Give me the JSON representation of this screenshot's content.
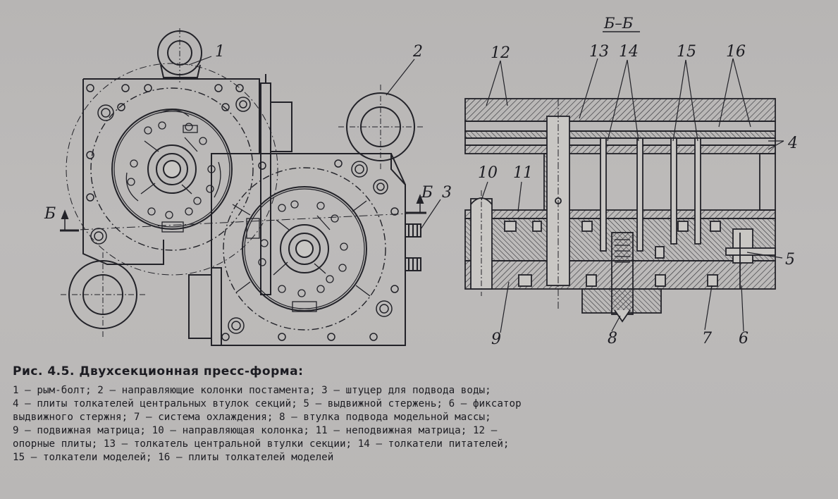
{
  "figure": {
    "section_label": "Б–Б",
    "cut_marker_left": "Б",
    "cut_marker_right": "Б",
    "callouts": [
      "1",
      "2",
      "3",
      "4",
      "5",
      "6",
      "7",
      "8",
      "9",
      "10",
      "11",
      "12",
      "13",
      "14",
      "15",
      "16"
    ]
  },
  "caption": {
    "title": "Рис. 4.5. Двухсекционная пресс-форма:",
    "lines": [
      "1 — рым-болт; 2 — направляющие колонки постамента; 3 — штуцер для подвода воды;",
      "4 — плиты толкателей центральных втулок секций; 5 — выдвижной стержень; 6 — фиксатор",
      "выдвижного стержня; 7 — система охлаждения; 8 — втулка подвода модельной массы;",
      "9 — подвижная матрица; 10 — направляющая колонка; 11 — неподвижная матрица; 12 —",
      "опорные плиты; 13 — толкатель центральной втулки секции; 14 — толкатели питателей;",
      "15 — толкатели моделей; 16 — плиты толкателей моделей"
    ]
  },
  "colors": {
    "background": "#b9b7b5",
    "ink": "#1c1c22"
  }
}
